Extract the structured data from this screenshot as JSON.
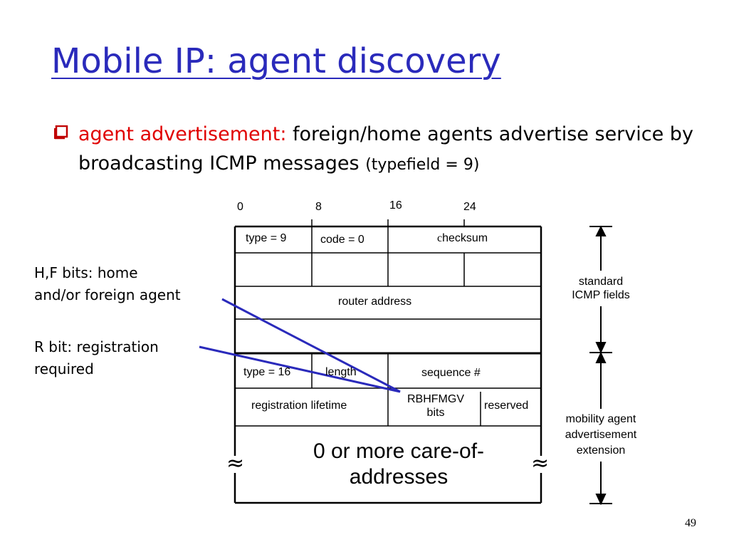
{
  "title": "Mobile IP: agent discovery",
  "bullet": {
    "highlight": "agent advertisement:",
    "text1": " foreign/home agents advertise service by broadcasting ICMP messages ",
    "paren": "(typefield = 9)"
  },
  "bit_offsets": [
    "0",
    "8",
    "16",
    "24"
  ],
  "fields": {
    "type9": "type = 9",
    "code0": "code = 0",
    "checksum_c": "c",
    "checksum_rest": "hecksum",
    "router_address": "router address",
    "type16": "type = 16",
    "length": "length",
    "sequence": "sequence #",
    "reg_lifetime": "registration lifetime",
    "bits_line1": "RBHFMGV",
    "bits_line2": "bits",
    "reserved": "reserved",
    "care_of_line1": "0 or more care-of-",
    "care_of_line2": "addresses"
  },
  "annotations": {
    "hf_line1": "H,F bits: home",
    "hf_line2": "and/or foreign agent",
    "r_line1": "R bit: registration",
    "r_line2": "required"
  },
  "brackets": {
    "std_line1": "standard",
    "std_line2": "ICMP fields",
    "mob_line1": "mobility agent",
    "mob_line2": "advertisement",
    "mob_line3": "extension"
  },
  "squiggle": "≈",
  "page_number": "49",
  "colors": {
    "title": "#2a2abb",
    "highlight": "#e00000",
    "pointer_lines": "#2a2abb"
  }
}
